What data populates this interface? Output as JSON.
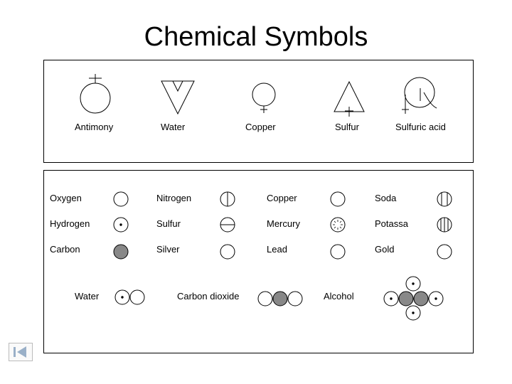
{
  "title": "Chemical Symbols",
  "alchemical": {
    "antimony": "Antimony",
    "water": "Water",
    "copper": "Copper",
    "sulfur": "Sulfur",
    "sulfuric_acid": "Sulfuric acid"
  },
  "dalton": {
    "oxygen": "Oxygen",
    "hydrogen": "Hydrogen",
    "carbon": "Carbon",
    "nitrogen": "Nitrogen",
    "sulfur": "Sulfur",
    "silver": "Silver",
    "copper": "Copper",
    "mercury": "Mercury",
    "lead": "Lead",
    "soda": "Soda",
    "potassa": "Potassa",
    "gold": "Gold"
  },
  "compounds": {
    "water": "Water",
    "carbon_dioxide": "Carbon dioxide",
    "alcohol": "Alcohol"
  },
  "colors": {
    "carbon_fill": "#888888",
    "stroke": "#000000",
    "nav_arrow": "#9ab0c8"
  },
  "nav": {
    "icon": "previous-slide-icon"
  }
}
